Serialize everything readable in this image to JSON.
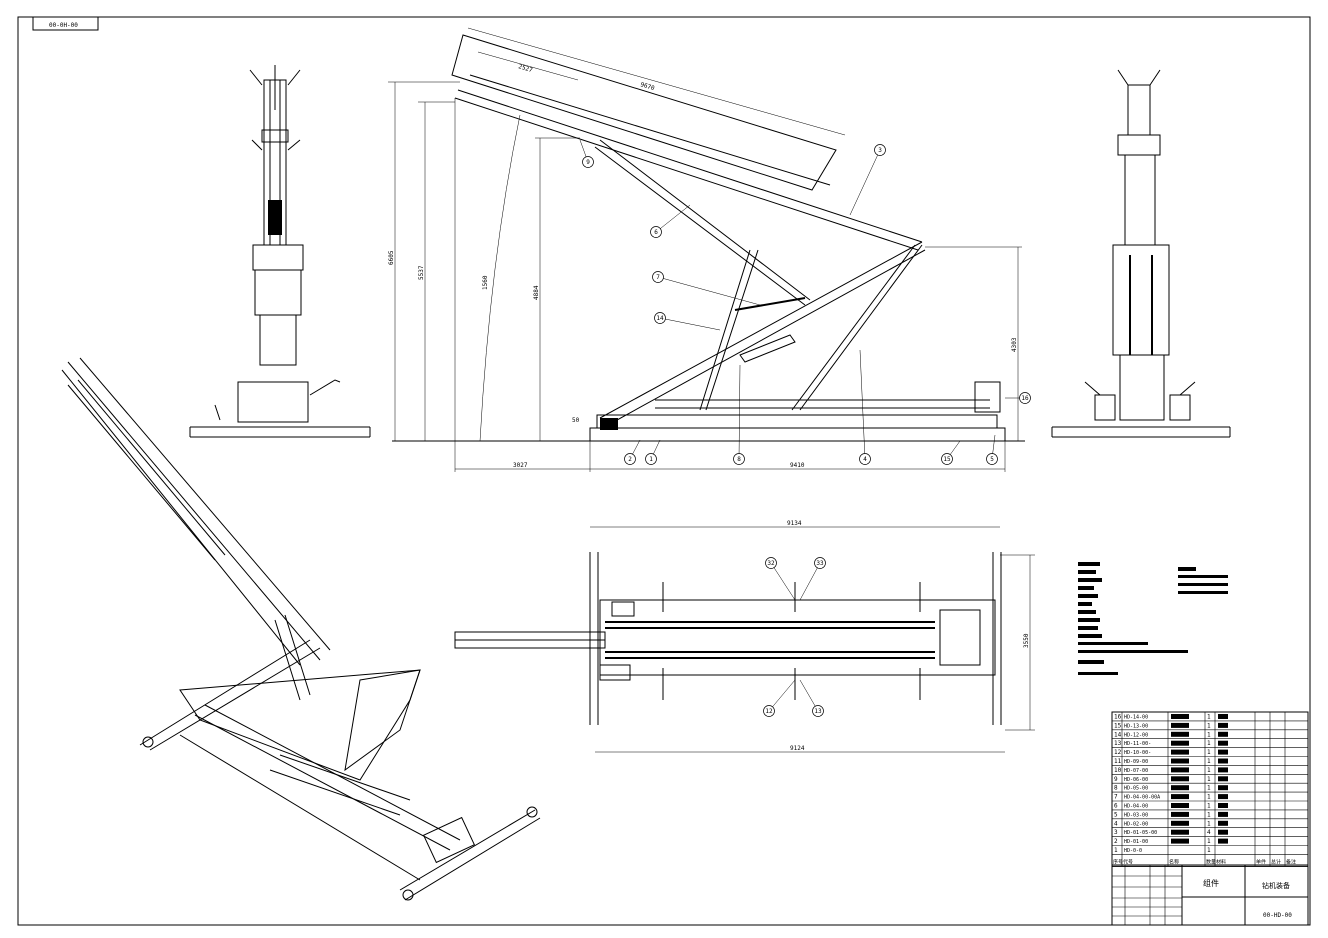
{
  "drawing": {
    "sheet_tag": "00-0H-00",
    "side_view": {
      "dimensions": {
        "height_total": "6605",
        "height_mid": "5537",
        "height_boom": "4884",
        "radius": "1560",
        "height_right": "4303",
        "overhang": "3027",
        "base_length": "9410",
        "mast_top": "9670",
        "mast_section": "2527",
        "offset": "50"
      },
      "balloons": [
        "9",
        "6",
        "3",
        "7",
        "14",
        "2",
        "1",
        "8",
        "4",
        "15",
        "5",
        "16"
      ]
    },
    "plan_view": {
      "dimensions": {
        "top_length": "9134",
        "bottom_length": "9124",
        "width": "3550"
      },
      "balloons": [
        "32",
        "33",
        "12",
        "13"
      ]
    },
    "parts_list": {
      "headers": [
        "序号",
        "代号",
        "名称",
        "数量",
        "材料",
        "单件",
        "总计",
        "备注"
      ],
      "rows": [
        {
          "no": "16",
          "code": "HD-14-00",
          "qty": "1"
        },
        {
          "no": "15",
          "code": "HD-13-00",
          "qty": "1"
        },
        {
          "no": "14",
          "code": "HD-12-00",
          "qty": "1"
        },
        {
          "no": "13",
          "code": "HD-11-00-",
          "qty": "1"
        },
        {
          "no": "12",
          "code": "HD-10-00-",
          "qty": "1"
        },
        {
          "no": "11",
          "code": "HD-09-00",
          "qty": "1"
        },
        {
          "no": "10",
          "code": "HD-07-00",
          "qty": "1"
        },
        {
          "no": "9",
          "code": "HD-06-00",
          "qty": "1"
        },
        {
          "no": "8",
          "code": "HD-05-00",
          "qty": "1"
        },
        {
          "no": "7",
          "code": "HD-04-00-00A",
          "qty": "1"
        },
        {
          "no": "6",
          "code": "HD-04-00",
          "qty": "1"
        },
        {
          "no": "5",
          "code": "HD-03-00",
          "qty": "1"
        },
        {
          "no": "4",
          "code": "HD-02-00",
          "qty": "1"
        },
        {
          "no": "3",
          "code": "HD-01-05-00",
          "qty": "4"
        },
        {
          "no": "2",
          "code": "HD-01-00",
          "qty": "1"
        },
        {
          "no": "1",
          "code": "HD-0-0",
          "qty": "1"
        }
      ]
    },
    "title_block": {
      "title": "组件",
      "product": "钻机装备",
      "drawing_no": "00-HD-00"
    }
  }
}
